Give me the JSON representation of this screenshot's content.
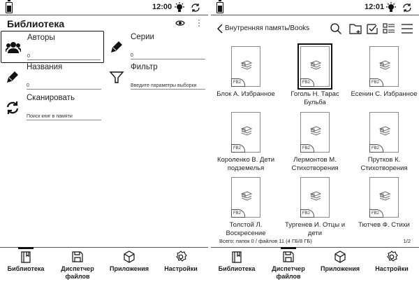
{
  "left_screen": {
    "status": {
      "time": "12:00",
      "battery_icon": "battery-icon",
      "light_icon": "frontlight-icon",
      "sync_icon": "sync-icon"
    },
    "title": "Библиотека",
    "header_icons": [
      "eye-icon",
      "kebab-menu-icon"
    ],
    "items": [
      {
        "label": "Авторы",
        "value": "0",
        "icon": "people-icon",
        "selected": true
      },
      {
        "label": "Серии",
        "value": "0",
        "icon": "pencil-icon",
        "selected": false
      },
      {
        "label": "Названия",
        "value": "0",
        "icon": "pencil-icon",
        "selected": false
      },
      {
        "label": "Фильтр",
        "value": "Введите параметры выборки",
        "icon": "filter-icon",
        "selected": false
      },
      {
        "label": "Сканировать",
        "value": "Поиск книг в памяти",
        "icon": "refresh-icon",
        "selected": false
      }
    ],
    "nav": [
      {
        "label": "Библиотека",
        "icon": "library-icon",
        "active": true
      },
      {
        "label": "Диспетчер файлов",
        "icon": "floppy-icon",
        "active": false
      },
      {
        "label": "Приложения",
        "icon": "cube-icon",
        "active": false
      },
      {
        "label": "Настройки",
        "icon": "gear-icon",
        "active": false
      }
    ]
  },
  "right_screen": {
    "status": {
      "time": "12:01",
      "battery_icon": "battery-icon",
      "light_icon": "frontlight-icon",
      "sync_icon": "sync-icon"
    },
    "path": "Внутренняя память/Books",
    "toolbar": [
      "search-icon",
      "new-folder-icon",
      "select-icon",
      "view-list-icon",
      "menu-icon"
    ],
    "books": [
      {
        "title": "Блок А. Избранное",
        "format": "FB2",
        "selected": false
      },
      {
        "title": "Гоголь Н. Тарас Бульба",
        "format": "FB2",
        "selected": true
      },
      {
        "title": "Есенин С. Избранное",
        "format": "FB2",
        "selected": false
      },
      {
        "title": "Короленко В. Дети подземелья",
        "format": "FB2",
        "selected": false
      },
      {
        "title": "Лермонтов М. Стихотворения",
        "format": "FB2",
        "selected": false
      },
      {
        "title": "Прутков К. Стихотворения",
        "format": "FB2",
        "selected": false
      },
      {
        "title": "Толстой Л. Воскресение",
        "format": "FB2",
        "selected": false
      },
      {
        "title": "Тургенев И. Отцы и дети",
        "format": "FB2",
        "selected": false
      },
      {
        "title": "Тютчев Ф. Стихи",
        "format": "FB2",
        "selected": false
      }
    ],
    "footer": "Всего: папок 0 / файлов 11 (4 ГБ/8 ГБ)",
    "page": "1/2",
    "nav": [
      {
        "label": "Библиотека",
        "icon": "library-icon",
        "active": false
      },
      {
        "label": "Диспетчер файлов",
        "icon": "floppy-icon",
        "active": true
      },
      {
        "label": "Приложения",
        "icon": "cube-icon",
        "active": false
      },
      {
        "label": "Настройки",
        "icon": "gear-icon",
        "active": false
      }
    ]
  }
}
